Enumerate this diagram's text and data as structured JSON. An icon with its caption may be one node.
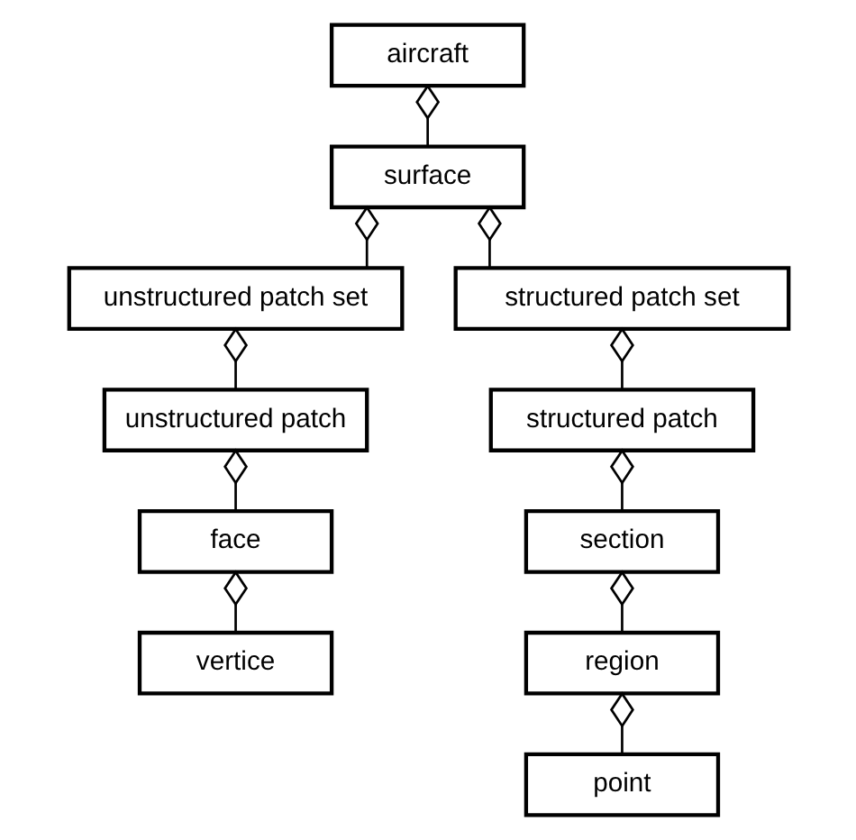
{
  "diagram": {
    "nodes": [
      {
        "text": [
          "aircraft"
        ]
      },
      {
        "text": [
          "surface"
        ]
      },
      {
        "text": [
          "unstructured patch set"
        ]
      },
      {
        "text": [
          "unstructured patch"
        ]
      },
      {
        "text": [
          "face"
        ]
      },
      {
        "text": [
          "vertice"
        ]
      },
      {
        "text": [
          "structured patch set"
        ]
      },
      {
        "text": [
          "structured patch"
        ]
      },
      {
        "text": [
          "section"
        ]
      },
      {
        "text": [
          "region"
        ]
      },
      {
        "text": [
          "point"
        ]
      }
    ],
    "edges": [
      {
        "from": 0,
        "to": 1,
        "arrow": "other"
      },
      {
        "from": 1,
        "to": 2,
        "arrow": "other"
      },
      {
        "from": 1,
        "to": 6,
        "arrow": "other"
      },
      {
        "from": 2,
        "to": 3,
        "arrow": "other"
      },
      {
        "from": 3,
        "to": 4,
        "arrow": "other"
      },
      {
        "from": 4,
        "to": 5,
        "arrow": "other"
      },
      {
        "from": 6,
        "to": 7,
        "arrow": "other"
      },
      {
        "from": 7,
        "to": 8,
        "arrow": "other"
      },
      {
        "from": 8,
        "to": 9,
        "arrow": "other"
      },
      {
        "from": 9,
        "to": 10,
        "arrow": "other"
      }
    ]
  }
}
